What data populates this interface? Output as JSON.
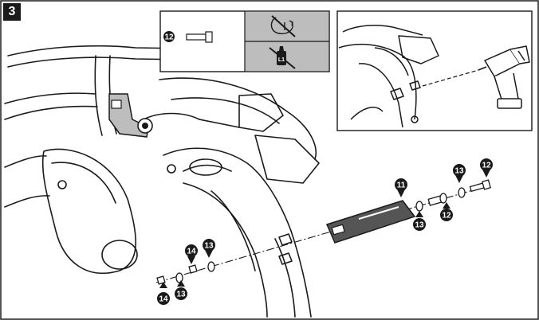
{
  "step": {
    "number": "3"
  },
  "inset": {
    "bolt_ref": "12",
    "tightening_icon": "torque-wrench-icon",
    "locking_icon": "threadlocker-icon",
    "threadlocker_label": "L1"
  },
  "callouts": {
    "bracket": "11",
    "bolt_a": "12",
    "bolt_b": "12",
    "washer_a": "13",
    "washer_b": "13",
    "washer_c": "13",
    "washer_d": "13",
    "nut_a": "14",
    "nut_b": "14"
  },
  "colors": {
    "line": "#1a1a1a",
    "shade": "#bdbdbd",
    "dark_part": "#555555",
    "badge": "#1a1a1a"
  }
}
